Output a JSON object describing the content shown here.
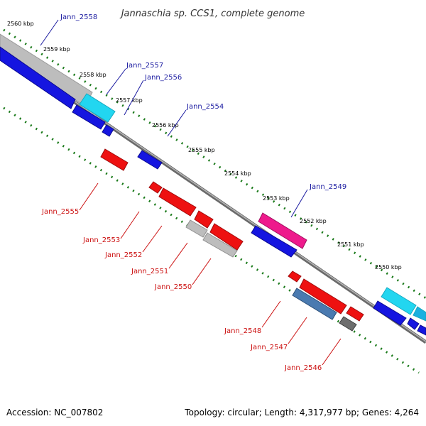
{
  "header": {
    "title": "Jannaschia sp. CCS1, complete genome"
  },
  "footer": {
    "accession": "Accession: NC_007802",
    "stats": "Topology: circular; Length: 4,317,977 bp; Genes: 4,264"
  },
  "colors": {
    "background": "#ffffff",
    "backbone": "#808080",
    "tick": "#1a7a1a",
    "forward_label": "#1a1aa0",
    "reverse_label": "#cc1111",
    "gene_blue": "#1515e0",
    "gene_red": "#ee1111",
    "gene_gray": "#bdbdbd",
    "gene_cyan": "#22d6f0",
    "gene_sky": "#1ab0e0",
    "gene_magenta": "#ee1a8c",
    "gene_steelblue": "#4a7ab0",
    "gene_dark": "#6e6e6e"
  },
  "scale_labels": [
    "2560 kbp",
    "2559 kbp",
    "2558 kbp",
    "2557 kbp",
    "2556 kbp",
    "2555 kbp",
    "2554 kbp",
    "2553 kbp",
    "2552 kbp",
    "2551 kbp",
    "2550 kbp"
  ],
  "gene_labels": {
    "forward": [
      "Jann_2558",
      "Jann_2557",
      "Jann_2556",
      "Jann_2554",
      "Jann_2549"
    ],
    "reverse": [
      "Jann_2555",
      "Jann_2553",
      "Jann_2552",
      "Jann_2551",
      "Jann_2550",
      "Jann_2548",
      "Jann_2547",
      "Jann_2546"
    ]
  }
}
